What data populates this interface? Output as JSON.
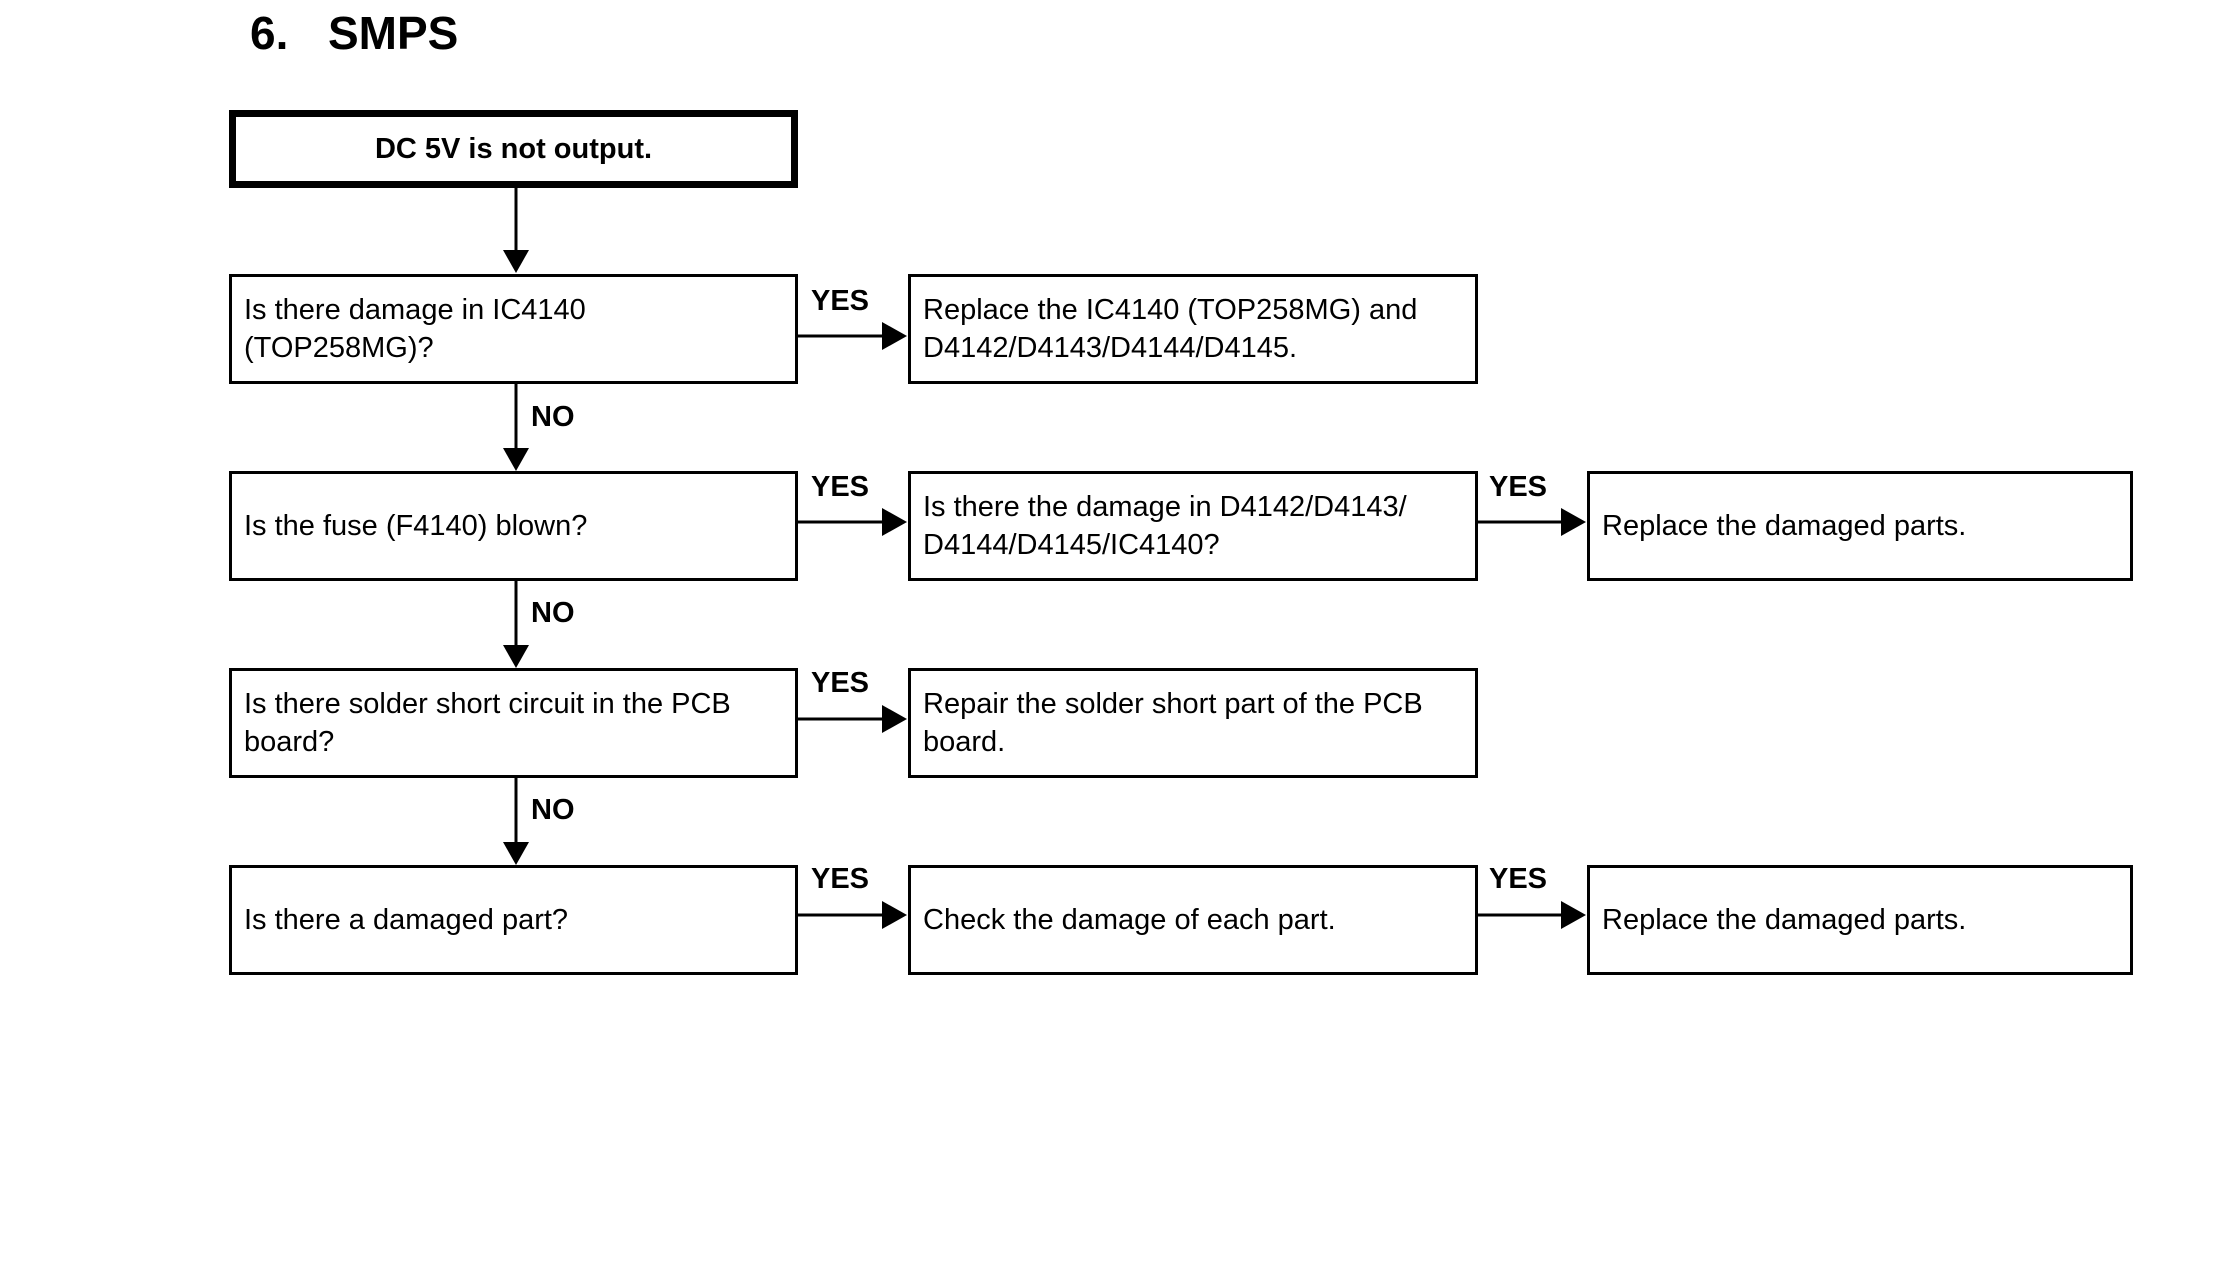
{
  "section": {
    "number": "6.",
    "title": "SMPS"
  },
  "flowchart": {
    "start": "DC 5V is not output.",
    "labels": {
      "yes": "YES",
      "no": "NO"
    },
    "q1": {
      "text": "Is there damage in IC4140 (TOP258MG)?",
      "yes_action": "Replace the IC4140 (TOP258MG) and D4142/D4143/D4144/D4145."
    },
    "q2": {
      "text": "Is the fuse (F4140) blown?",
      "yes_check": "Is there the damage in D4142/D4143/ D4144/D4145/IC4140?",
      "yes_action": "Replace the damaged parts."
    },
    "q3": {
      "text": "Is there solder short circuit in the PCB board?",
      "yes_action": "Repair the solder short part of the PCB board."
    },
    "q4": {
      "text": "Is there a damaged part?",
      "yes_check": "Check the damage of each part.",
      "yes_action": "Replace the damaged parts."
    }
  },
  "colors": {
    "line": "#000000",
    "background": "#ffffff"
  }
}
